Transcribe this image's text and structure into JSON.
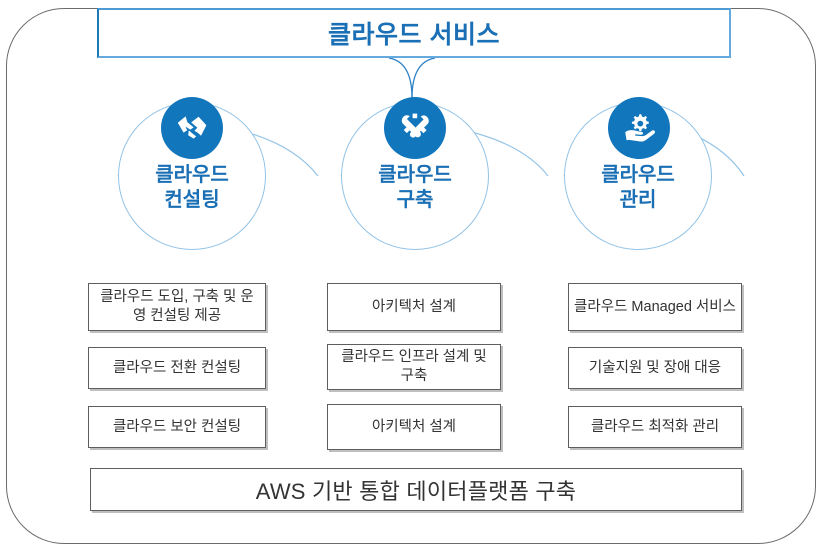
{
  "diagram": {
    "title": "클라우드 서비스",
    "title_color": "#1a6fb5",
    "frame_color": "#6b6b6b",
    "accent_color": "#1276bd",
    "circle_border_color": "#93c3e6",
    "box_border_color": "#5e5e5e",
    "columns": [
      {
        "icon": "handshake-icon",
        "label_line1": "클라우드",
        "label_line2": "컨설팅",
        "items": [
          "클라우드 도입, 구축 및 운영 컨설팅 제공",
          "클라우드 전환 컨설팅",
          "클라우드 보안 컨설팅"
        ]
      },
      {
        "icon": "wrench-gear-icon",
        "label_line1": "클라우드",
        "label_line2": "구축",
        "items": [
          "아키텍처 설계",
          "클라우드 인프라 설계 및 구축",
          "아키텍처 설계"
        ]
      },
      {
        "icon": "hand-gear-icon",
        "label_line1": "클라우드",
        "label_line2": "관리",
        "items": [
          "클라우드 Managed 서비스",
          "기술지원 및 장애 대응",
          "클라우드 최적화 관리"
        ]
      }
    ],
    "footer": "AWS 기반 통합 데이터플랫폼 구축"
  }
}
